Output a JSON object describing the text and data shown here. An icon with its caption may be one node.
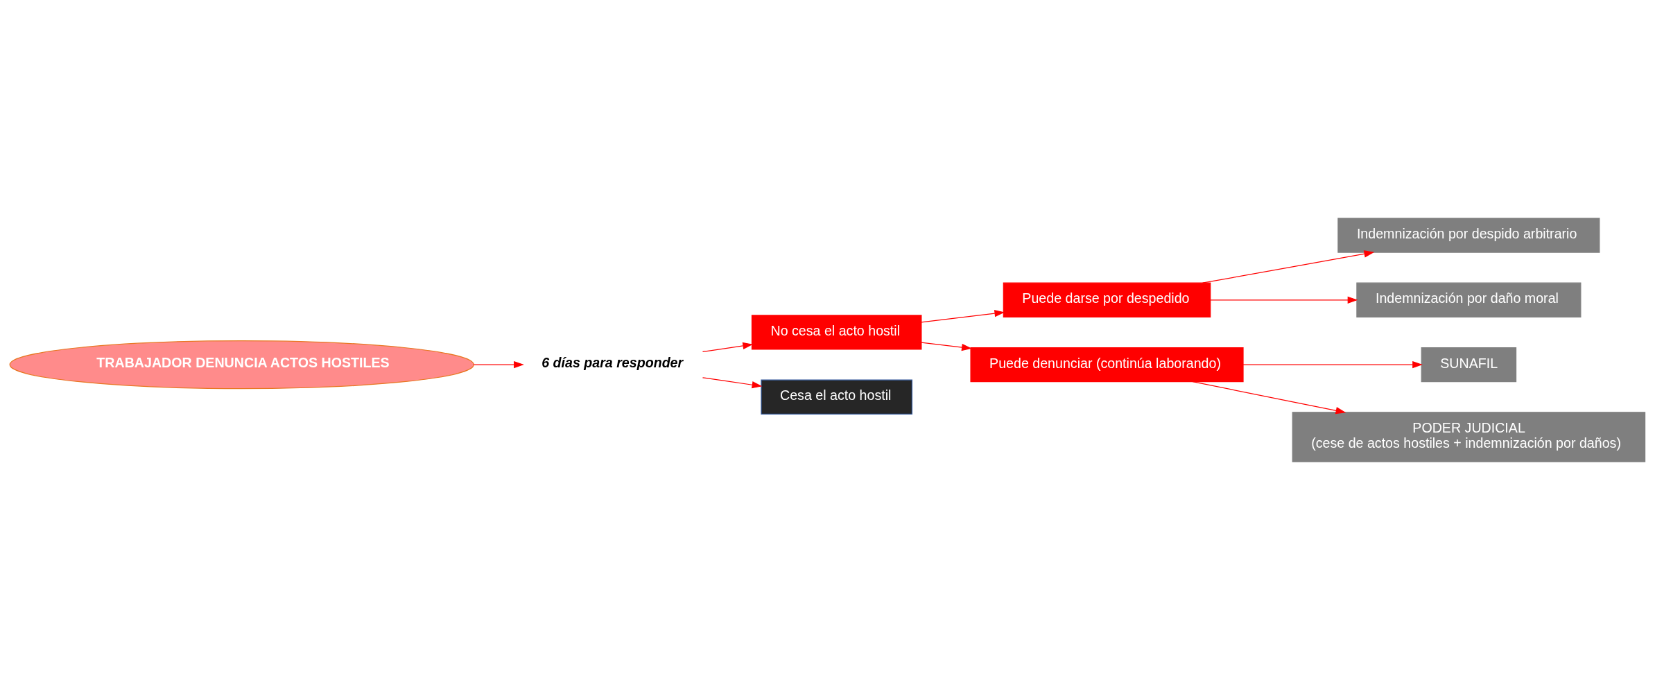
{
  "diagram": {
    "nodes": [
      {
        "text": [
          "TRABAJADOR DENUNCIA ACTOS HOSTILES"
        ]
      },
      {
        "text": [
          "6 días para responder"
        ]
      },
      {
        "text": [
          "No cesa el acto hostil"
        ]
      },
      {
        "text": [
          "Cesa el acto hostil"
        ]
      },
      {
        "text": [
          "Puede darse por despedido"
        ]
      },
      {
        "text": [
          "Indemnización por despido arbitrario"
        ]
      },
      {
        "text": [
          "Indemnización por daño moral"
        ]
      },
      {
        "text": [
          "Puede denunciar (continúa laborando)"
        ]
      },
      {
        "text": [
          "SUNAFIL"
        ]
      },
      {
        "text": [
          "PODER JUDICIAL",
          "(cese de actos hostiles + indemnización por daños)"
        ]
      }
    ],
    "edges": [
      {
        "from": 0,
        "to": 1,
        "arrow": "to"
      },
      {
        "from": 1,
        "to": 2,
        "arrow": "to"
      },
      {
        "from": 1,
        "to": 3,
        "arrow": "to"
      },
      {
        "from": 2,
        "to": 4,
        "arrow": "to"
      },
      {
        "from": 2,
        "to": 7,
        "arrow": "to"
      },
      {
        "from": 4,
        "to": 5,
        "arrow": "to"
      },
      {
        "from": 4,
        "to": 6,
        "arrow": "to"
      },
      {
        "from": 7,
        "to": 8,
        "arrow": "to"
      },
      {
        "from": 7,
        "to": 9,
        "arrow": "to"
      }
    ]
  }
}
